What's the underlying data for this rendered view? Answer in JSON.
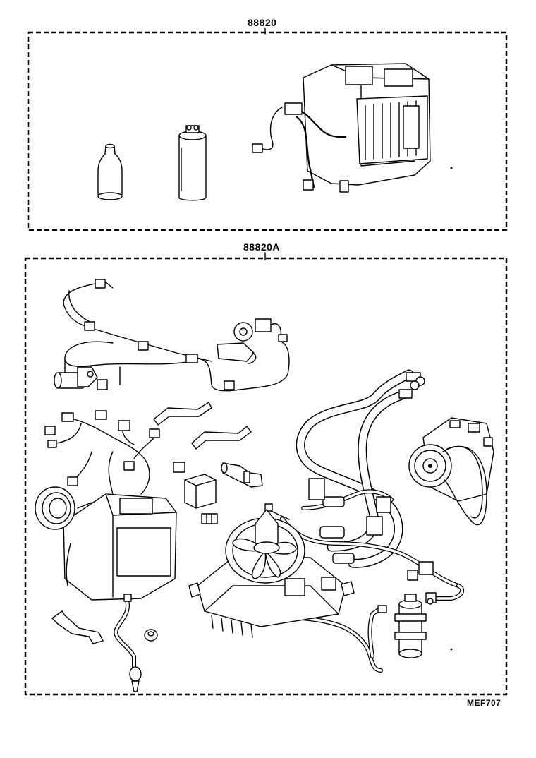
{
  "kits": [
    {
      "part_number": "88820"
    },
    {
      "part_number": "88820A"
    }
  ],
  "document_code": "MEF707"
}
